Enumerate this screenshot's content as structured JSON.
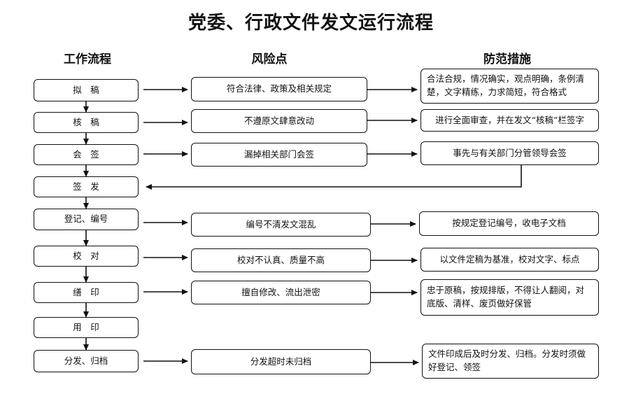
{
  "title": "党委、行政文件发文运行流程",
  "headers": {
    "flow": "工作流程",
    "risk": "风险点",
    "measures": "防范措施"
  },
  "steps": [
    {
      "label": "拟　稿",
      "risk": "符合法律、政策及相关规定",
      "measure": "合法合规，情况确实，观点明确，条例清楚，文字精练，力求简短，符合格式"
    },
    {
      "label": "核　稿",
      "risk": "不遵原文肆意改动",
      "measure": "进行全面审查，并在发文“核稿”栏签字"
    },
    {
      "label": "会　签",
      "risk": "漏掉相关部门会签",
      "measure": "事先与有关部门分管领导会签"
    },
    {
      "label": "签　发"
    },
    {
      "label": "登记、编号",
      "risk": "编号不清发文混乱",
      "measure": "按规定登记编号，收电子文档"
    },
    {
      "label": "校　对",
      "risk": "校对不认真、质量不高",
      "measure": "以文件定稿为基准，校对文字、标点"
    },
    {
      "label": "缮　印",
      "risk": "擅自修改、流出泄密",
      "measure": "忠于原稿，按规排版，不得让人翻阅，对底版、清样、废页做好保管"
    },
    {
      "label": "用　印"
    },
    {
      "label": "分发、归档",
      "risk": "分发超时未归档",
      "measure": "文件印成后及时分发、归档。分发时须做好登记、领签"
    }
  ]
}
